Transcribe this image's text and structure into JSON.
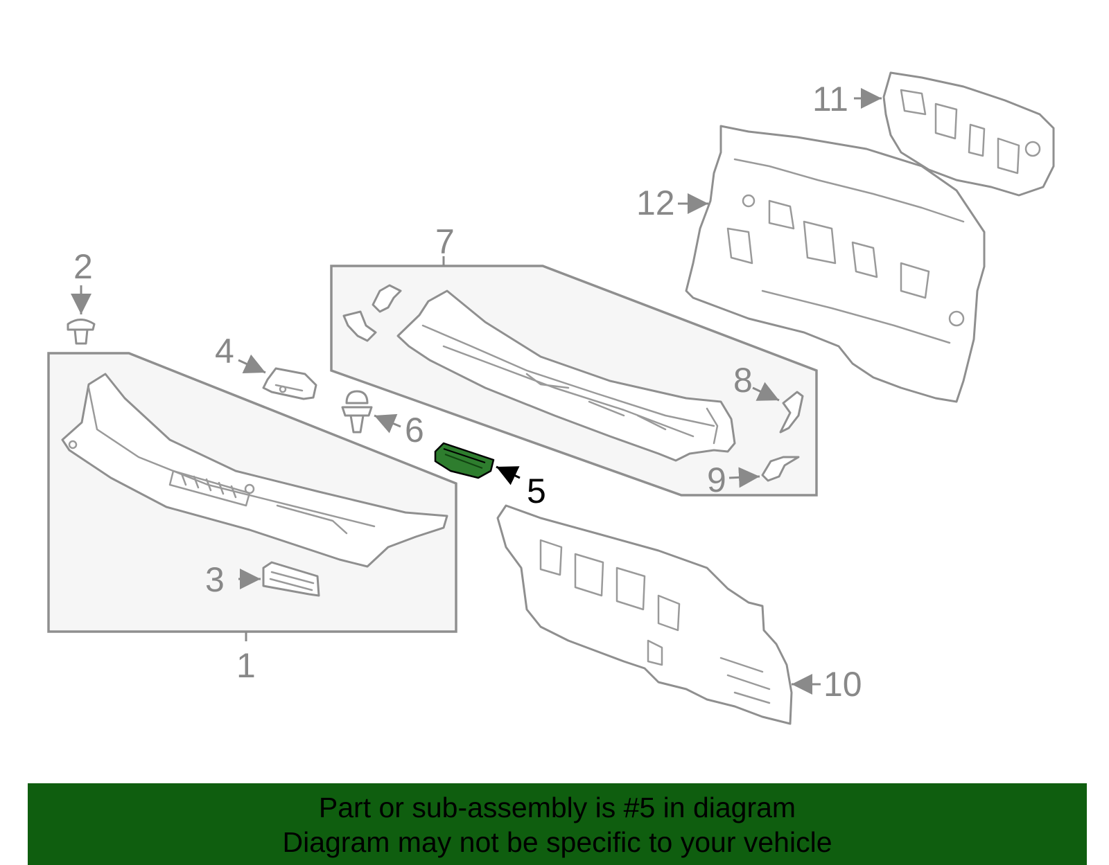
{
  "callouts": [
    "1",
    "2",
    "3",
    "4",
    "5",
    "6",
    "7",
    "8",
    "9",
    "10",
    "11",
    "12"
  ],
  "highlighted_callout": "5",
  "colors": {
    "highlight": "#2e7d2e",
    "banner": "#0f5e0f",
    "line": "#8f8f8f"
  },
  "banner": {
    "line1": "Part or sub-assembly is #5 in diagram",
    "line2": "Diagram may not be specific to your vehicle"
  }
}
